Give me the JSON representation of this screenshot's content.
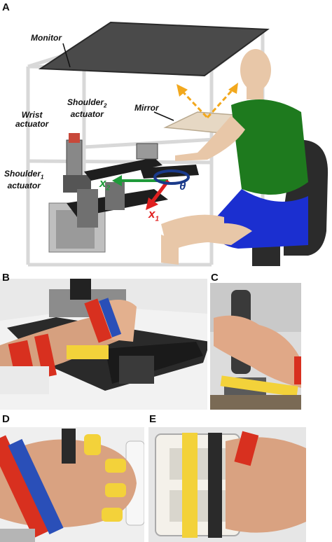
{
  "panels": {
    "a": "A",
    "b": "B",
    "c": "C",
    "d": "D",
    "e": "E"
  },
  "labels": {
    "monitor": "Monitor",
    "mirror": "Mirror",
    "wrist": "Wrist",
    "shoulder": "Shoulder",
    "actuator": "actuator",
    "sub1": "1",
    "sub2": "2",
    "x": "x",
    "theta": "θ"
  },
  "colors": {
    "monitor": "#4a4a4a",
    "mirror": "#e6d8c4",
    "shirt": "#1e7a1e",
    "shorts": "#1b2fd0",
    "skin": "#e8c7a8",
    "axis_red": "#e02020",
    "axis_green": "#1f9a3a",
    "axis_blue": "#1a3a8a",
    "arrow_yellow": "#f2a81d",
    "strap_red": "#d8301f",
    "strap_blue": "#2a4fb8",
    "strap_yellow": "#f3d23a"
  }
}
